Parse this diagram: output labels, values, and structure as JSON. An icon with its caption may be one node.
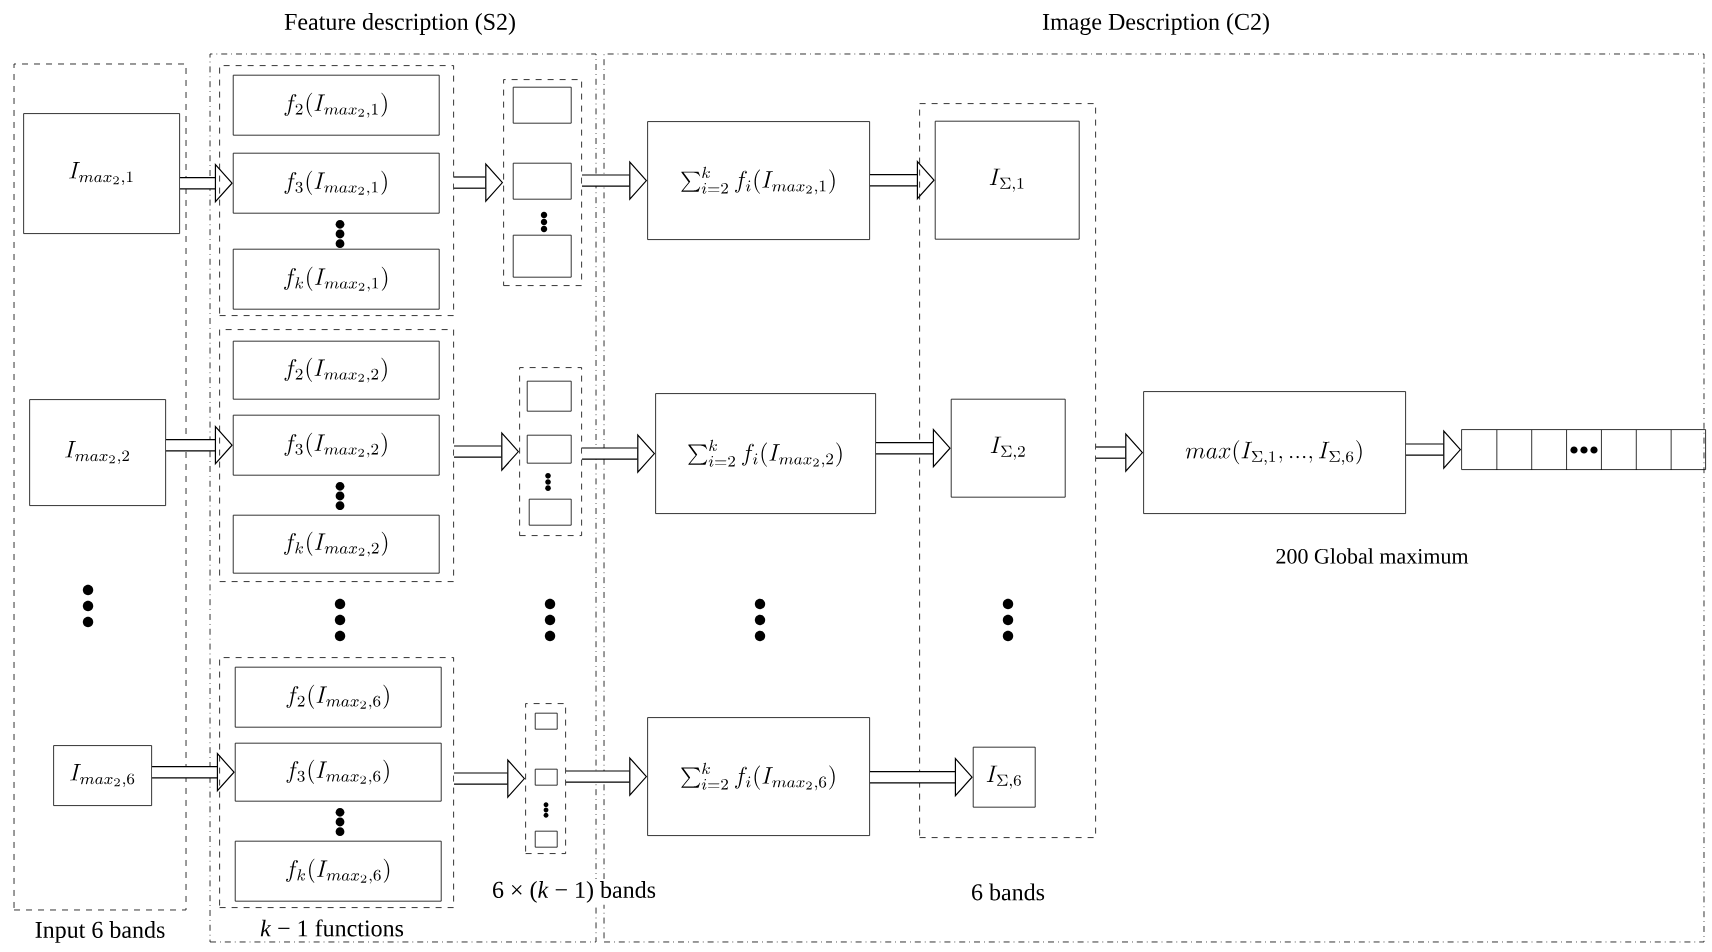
{
  "diagram": {
    "nodes": [
      {
        "text": [
          "Input 6 bands"
        ]
      },
      {
        "text": [
          "I_{max_2,1}"
        ],
        "in": 0
      },
      {
        "text": [
          "I_{max_2,2}"
        ],
        "in": 0
      },
      {
        "text": [
          "I_{max_2,6}"
        ],
        "in": 0
      },
      {
        "text": [
          "Feature description (S2)"
        ]
      },
      {
        "text": [],
        "shape": "box",
        "in": 4
      },
      {
        "text": [
          "f_2(I_{max_2,1})"
        ],
        "in": 5
      },
      {
        "text": [
          "f_3(I_{max_2,1})"
        ],
        "in": 5
      },
      {
        "text": [
          "f_k(I_{max_2,1})"
        ],
        "in": 5
      },
      {
        "text": [],
        "shape": "box",
        "in": 4
      },
      {
        "text": [
          "f_2(I_{max_2,2})"
        ],
        "in": 9
      },
      {
        "text": [
          "f_3(I_{max_2,2})"
        ],
        "in": 9
      },
      {
        "text": [
          "f_k(I_{max_2,2})"
        ],
        "in": 9
      },
      {
        "text": [
          "*k* − 1 functions"
        ],
        "in": 4
      },
      {
        "text": [
          "f_2(I_{max_2,6})"
        ],
        "in": 13
      },
      {
        "text": [
          "f_3(I_{max_2,6})"
        ],
        "in": 13
      },
      {
        "text": [
          "f_k(I_{max_2,6})"
        ],
        "in": 13
      },
      {
        "text": [],
        "shape": "box",
        "in": 4
      },
      {
        "text": [],
        "shape": "box",
        "in": 17
      },
      {
        "text": [],
        "shape": "box",
        "in": 17
      },
      {
        "text": [],
        "shape": "box",
        "in": 17
      },
      {
        "text": [],
        "shape": "box",
        "in": 4
      },
      {
        "text": [],
        "shape": "box",
        "in": 21
      },
      {
        "text": [],
        "shape": "box",
        "in": 21
      },
      {
        "text": [],
        "shape": "box",
        "in": 21
      },
      {
        "text": [],
        "shape": "box",
        "in": 4
      },
      {
        "text": [],
        "shape": "box",
        "in": 25
      },
      {
        "text": [],
        "shape": "box",
        "in": 25
      },
      {
        "text": [],
        "shape": "box",
        "in": 25
      },
      {
        "text": [
          "Image Description (C2)"
        ]
      },
      {
        "text": [
          "\\sum_{i=2}^{k} f_i(I_{max_2,1})"
        ],
        "in": 29
      },
      {
        "text": [
          "\\sum_{i=2}^{k} f_i(I_{max_2,2})"
        ],
        "in": 29
      },
      {
        "text": [
          "\\sum_{i=2}^{k} f_i(I_{max_2,6})"
        ],
        "in": 29
      },
      {
        "text": [
          "6 bands"
        ],
        "in": 29
      },
      {
        "text": [
          "I_{\\Sigma,1}"
        ],
        "in": 33
      },
      {
        "text": [
          "I_{\\Sigma,2}"
        ],
        "in": 33
      },
      {
        "text": [
          "I_{\\Sigma,6}"
        ],
        "in": 33
      },
      {
        "text": [
          "max(I_{\\Sigma,1},...,I_{\\Sigma,6})"
        ],
        "in": 29
      },
      {
        "text": [],
        "shape": "bar",
        "in": 29
      }
    ],
    "edges": [
      {
        "from": 1,
        "to": 7,
        "arrow": "to"
      },
      {
        "from": 2,
        "to": 11,
        "arrow": "to"
      },
      {
        "from": 3,
        "to": 15,
        "arrow": "to"
      },
      {
        "from": 5,
        "to": 17,
        "arrow": "to"
      },
      {
        "from": 9,
        "to": 21,
        "arrow": "to"
      },
      {
        "from": 13,
        "to": 25,
        "arrow": "to"
      },
      {
        "from": 17,
        "to": 30,
        "arrow": "to"
      },
      {
        "from": 21,
        "to": 31,
        "arrow": "to"
      },
      {
        "from": 25,
        "to": 32,
        "arrow": "to"
      },
      {
        "from": 30,
        "to": 34,
        "arrow": "to"
      },
      {
        "from": 31,
        "to": 35,
        "arrow": "to"
      },
      {
        "from": 32,
        "to": 36,
        "arrow": "to"
      },
      {
        "from": 33,
        "to": 37,
        "arrow": "to"
      },
      {
        "from": 37,
        "to": 38,
        "arrow": "to"
      }
    ],
    "labels": [
      "6 × (*k* − 1) bands",
      "200 Global maximum"
    ]
  }
}
